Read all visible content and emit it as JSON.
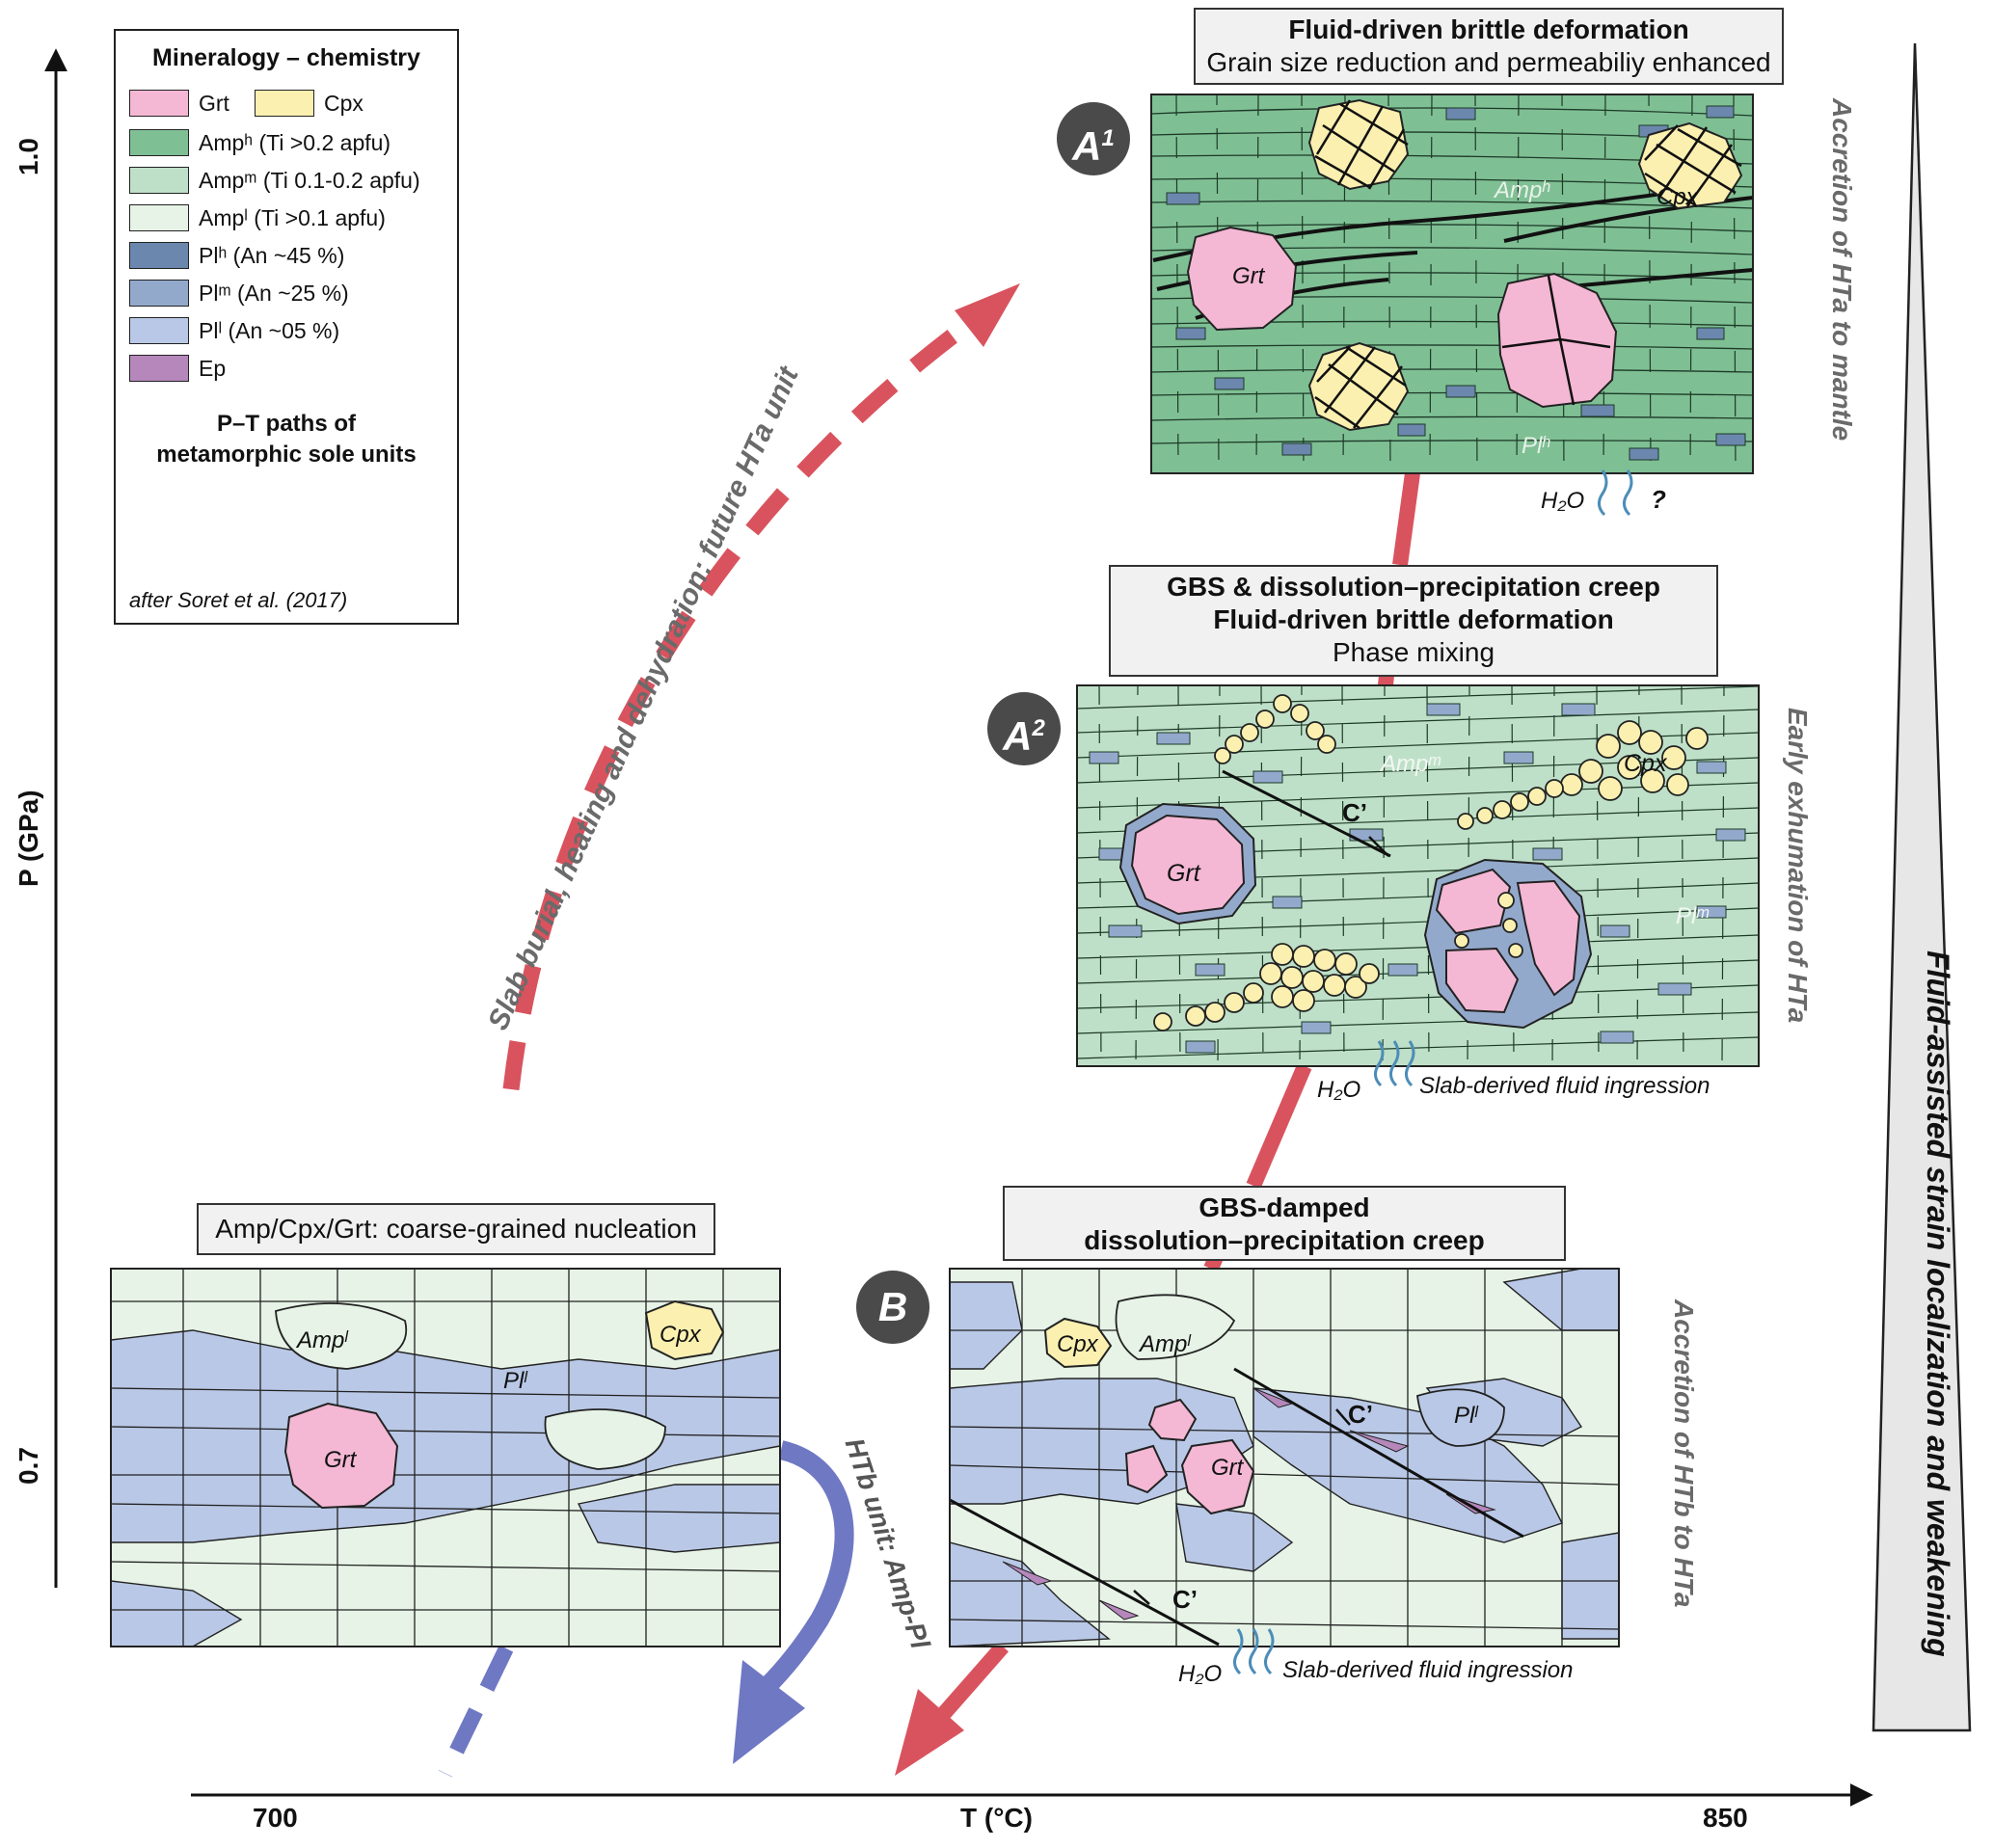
{
  "axes": {
    "y_label": "P (GPa)",
    "y_tick_high": "1.0",
    "y_tick_low": "0.7",
    "x_label": "T (°C)",
    "x_tick_low": "700",
    "x_tick_high": "850"
  },
  "legend": {
    "title": "Mineralogy – chemistry",
    "items": [
      {
        "label": "Grt",
        "color": "#f4b8d4"
      },
      {
        "label": "Cpx",
        "color": "#fbf0b0"
      },
      {
        "label": "Ampʰ (Ti >0.2 apfu)",
        "color": "#7fbf94"
      },
      {
        "label": "Ampᵐ (Ti 0.1-0.2 apfu)",
        "color": "#bfe0c8"
      },
      {
        "label": "Ampˡ (Ti >0.1 apfu)",
        "color": "#e6f3e6"
      },
      {
        "label": "Plʰ (An ~45 %)",
        "color": "#6b87ad"
      },
      {
        "label": "Plᵐ (An ~25 %)",
        "color": "#93a9cc"
      },
      {
        "label": "Plˡ (An ~05 %)",
        "color": "#b9c8e6"
      },
      {
        "label": "Ep",
        "color": "#b587bb"
      }
    ],
    "pt_title_1": "P–T paths of",
    "pt_title_2": "metamorphic sole units",
    "citation": "after Soret et al. (2017)"
  },
  "panels": {
    "a1": {
      "badge": "A",
      "badge_sup": "1",
      "title_bold": "Fluid-driven brittle deformation",
      "title_normal": "Grain size reduction and permeabiliy enhanced",
      "labels": {
        "grt": "Grt",
        "cpx": "Cpx",
        "amp": "Ampʰ",
        "pl": "Plʰ",
        "h2o": "H₂O",
        "question": "?"
      }
    },
    "a2": {
      "badge": "A",
      "badge_sup": "2",
      "title_line1": "GBS & dissolution–precipitation creep",
      "title_line2": "Fluid-driven brittle deformation",
      "title_line3": "Phase mixing",
      "labels": {
        "grt": "Grt",
        "cpx": "Cpx",
        "amp": "Ampᵐ",
        "pl": "Plᵐ",
        "c_prime": "C’",
        "h2o": "H₂O",
        "fluid": "Slab-derived fluid ingression"
      }
    },
    "b": {
      "badge": "B",
      "title_line1": "GBS-damped",
      "title_line2": "dissolution–precipitation creep",
      "labels": {
        "grt": "Grt",
        "cpx": "Cpx",
        "amp": "Ampˡ",
        "pl": "Plˡ",
        "c_prime_1": "C’",
        "c_prime_2": "C’",
        "h2o": "H₂O",
        "fluid": "Slab-derived fluid ingression"
      }
    },
    "nucleation": {
      "title": "Amp/Cpx/Grt:  coarse-grained nucleation",
      "labels": {
        "grt": "Grt",
        "cpx": "Cpx",
        "amp": "Ampˡ",
        "pl": "Plˡ"
      }
    }
  },
  "paths": {
    "slab_burial": "Slab burial, heating and dehydration: future HTa unit",
    "htb_unit": "HTb unit: Amp-Pl"
  },
  "side_labels": {
    "accretion_hta": "Accretion of HTa to mantle",
    "early_exhumation": "Early exhumation of HTa",
    "accretion_htb": "Accretion of HTb to HTa",
    "strain": "Fluid-assisted strain localization and weakening"
  },
  "colors": {
    "red_path": "#d9535e",
    "blue_path": "#6f78c3",
    "gray_label": "#6a6a6a"
  }
}
